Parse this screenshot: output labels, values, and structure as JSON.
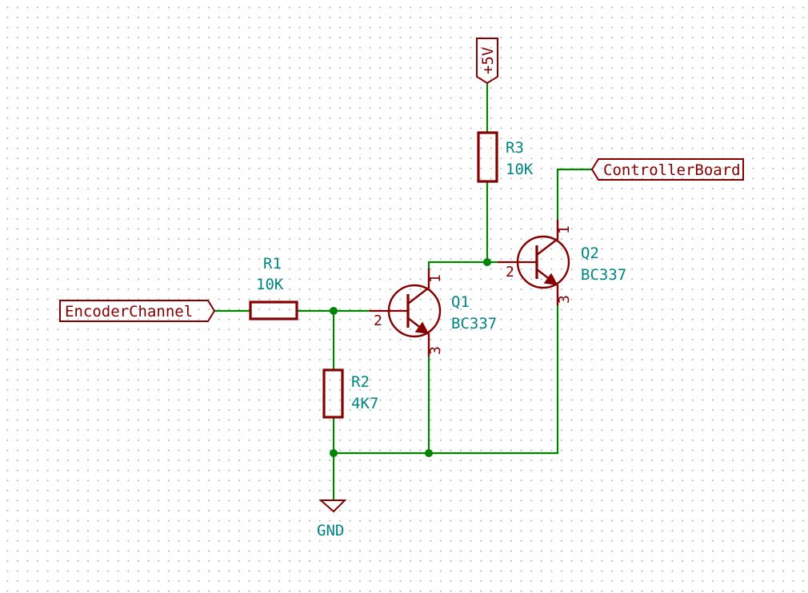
{
  "schematic": {
    "labels": {
      "encoder": "EncoderChannel",
      "controller": "ControllerBoard",
      "power": "+5V",
      "ground": "GND"
    },
    "components": {
      "R1": {
        "ref": "R1",
        "value": "10K"
      },
      "R2": {
        "ref": "R2",
        "value": "4K7"
      },
      "R3": {
        "ref": "R3",
        "value": "10K"
      },
      "Q1": {
        "ref": "Q1",
        "value": "BC337",
        "pins": {
          "collector": "1",
          "base": "2",
          "emitter": "3"
        }
      },
      "Q2": {
        "ref": "Q2",
        "value": "BC337",
        "pins": {
          "collector": "1",
          "base": "2",
          "emitter": "3"
        }
      }
    },
    "colors": {
      "wire": "#008400",
      "symbol": "#840000",
      "reference_text": "#008484",
      "grid_dots": "#b4b4b4"
    }
  }
}
